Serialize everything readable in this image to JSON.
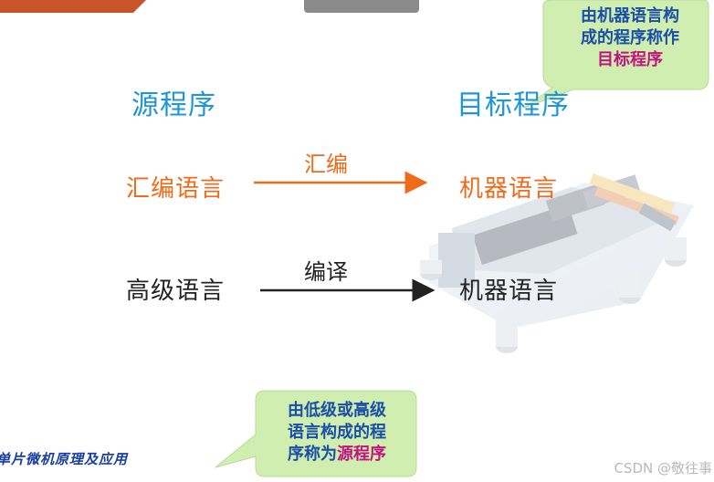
{
  "slide": {
    "source_heading": "源程序",
    "target_heading": "目标程序",
    "rows": [
      {
        "source": "汇编语言",
        "process": "汇编",
        "target": "机器语言"
      },
      {
        "source": "高级语言",
        "process": "编译",
        "target": "机器语言"
      }
    ],
    "callout_top": {
      "line1": "由机器语言构",
      "line2": "成的程序称作",
      "emphasis": "目标程序"
    },
    "callout_bottom": {
      "line1": "由低级或高级",
      "line2": "语言构成的程",
      "line3_prefix": "序称为",
      "emphasis": "源程序"
    },
    "footer_title": "单片微机原理及应用",
    "watermark": "CSDN @敬往事"
  },
  "colors": {
    "heading": "#1e96d8",
    "assembly": "#f06a1c",
    "callout_fill": "#cfeeb0",
    "callout_text": "#1a4ea8",
    "emphasis": "#c0147e"
  }
}
